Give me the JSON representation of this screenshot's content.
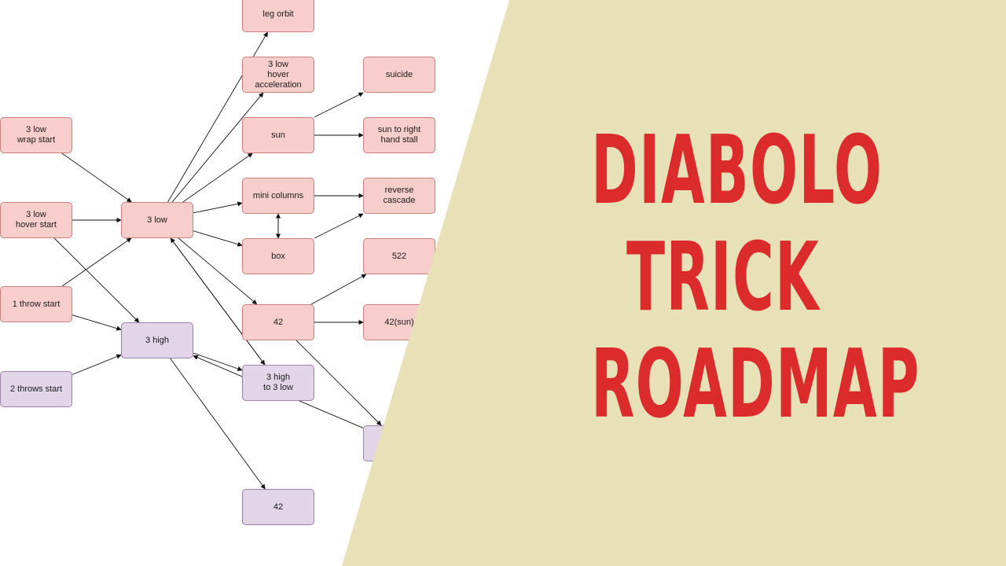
{
  "diagram": {
    "nodes": [
      {
        "id": "leg-orbit",
        "label": "leg orbit",
        "color": "pink"
      },
      {
        "id": "3low-hover-accel",
        "label": "3 low\nhover\nacceleration",
        "color": "pink"
      },
      {
        "id": "suicide",
        "label": "suicide",
        "color": "pink"
      },
      {
        "id": "3low-wrap-start",
        "label": "3 low\nwrap start",
        "color": "pink"
      },
      {
        "id": "sun",
        "label": "sun",
        "color": "pink"
      },
      {
        "id": "sun-right-stall",
        "label": "sun to right\nhand stall",
        "color": "pink"
      },
      {
        "id": "mini-columns",
        "label": "mini columns",
        "color": "pink"
      },
      {
        "id": "reverse-cascade",
        "label": "reverse\ncascade",
        "color": "pink"
      },
      {
        "id": "3low-hover-start",
        "label": "3 low\nhover start",
        "color": "pink"
      },
      {
        "id": "3low",
        "label": "3 low",
        "color": "pink"
      },
      {
        "id": "box",
        "label": "box",
        "color": "pink"
      },
      {
        "id": "522",
        "label": "522",
        "color": "pink"
      },
      {
        "id": "1throw-start",
        "label": "1 throw start",
        "color": "pink"
      },
      {
        "id": "42-low",
        "label": "42",
        "color": "pink"
      },
      {
        "id": "42-sun",
        "label": "42(sun)",
        "color": "pink"
      },
      {
        "id": "3high",
        "label": "3 high",
        "color": "purple"
      },
      {
        "id": "3high-3low",
        "label": "3 high\nto 3 low",
        "color": "purple"
      },
      {
        "id": "2throws-start",
        "label": "2 throws start",
        "color": "purple"
      },
      {
        "id": "hidden-purple",
        "label": "",
        "color": "purple"
      },
      {
        "id": "42-high",
        "label": "42",
        "color": "purple"
      }
    ],
    "edges": [
      {
        "from": "3low-wrap-start",
        "to": "3low"
      },
      {
        "from": "3low-hover-start",
        "to": "3low"
      },
      {
        "from": "3low-hover-start",
        "to": "3high"
      },
      {
        "from": "1throw-start",
        "to": "3low"
      },
      {
        "from": "1throw-start",
        "to": "3high"
      },
      {
        "from": "2throws-start",
        "to": "3high"
      },
      {
        "from": "3low",
        "to": "leg-orbit"
      },
      {
        "from": "3low",
        "to": "3low-hover-accel"
      },
      {
        "from": "3low",
        "to": "sun"
      },
      {
        "from": "3low",
        "to": "mini-columns"
      },
      {
        "from": "3low",
        "to": "box"
      },
      {
        "from": "3low",
        "to": "42-low"
      },
      {
        "from": "3low",
        "to": "3high-3low"
      },
      {
        "from": "sun",
        "to": "suicide"
      },
      {
        "from": "sun",
        "to": "sun-right-stall"
      },
      {
        "from": "mini-columns",
        "to": "reverse-cascade"
      },
      {
        "from": "box",
        "to": "reverse-cascade"
      },
      {
        "from": "box",
        "to": "mini-columns"
      },
      {
        "from": "mini-columns",
        "to": "box"
      },
      {
        "from": "42-low",
        "to": "522"
      },
      {
        "from": "42-low",
        "to": "42-sun"
      },
      {
        "from": "42-low",
        "to": "hidden-purple"
      },
      {
        "from": "3high",
        "to": "3high-3low"
      },
      {
        "from": "3high-3low",
        "to": "3low"
      },
      {
        "from": "3high",
        "to": "42-high"
      },
      {
        "from": "hidden-purple",
        "to": "3high"
      }
    ],
    "colors": {
      "pink_fill": "#f8cecc",
      "pink_border": "#c97f7c",
      "purple_fill": "#e1d5e7",
      "purple_border": "#9b80a8",
      "edge": "#111111"
    }
  },
  "banner": {
    "color": "#e8e0b6",
    "title_color": "#dc2b2b",
    "title_lines": [
      "DIABOLO",
      "TRICK",
      "ROADMAP"
    ]
  }
}
